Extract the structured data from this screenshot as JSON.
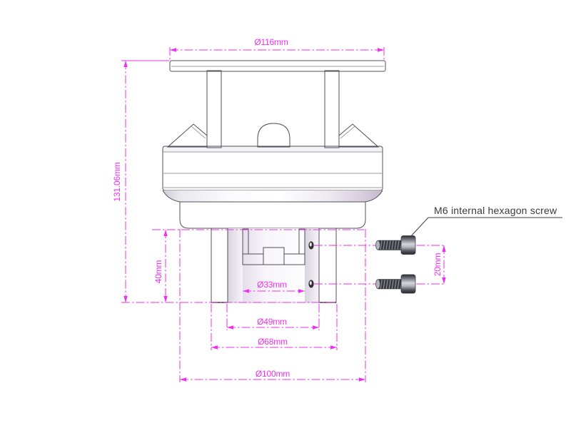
{
  "drawing": {
    "label_m6": "M6 internal hexagon screw",
    "dimensions": {
      "top_plate_diameter": "Ø116mm",
      "overall_height": "131.06mm",
      "mount_height": "40mm",
      "bore_diameter": "Ø33mm",
      "tube_inner_diameter": "Ø49mm",
      "tube_outer_diameter": "Ø68mm",
      "base_diameter": "Ø100mm",
      "screw_hole_spacing": "20mm"
    },
    "colors": {
      "dimension": "#ee2fee",
      "edge": "#4f4f58",
      "label_text": "#3a3a3a"
    }
  }
}
